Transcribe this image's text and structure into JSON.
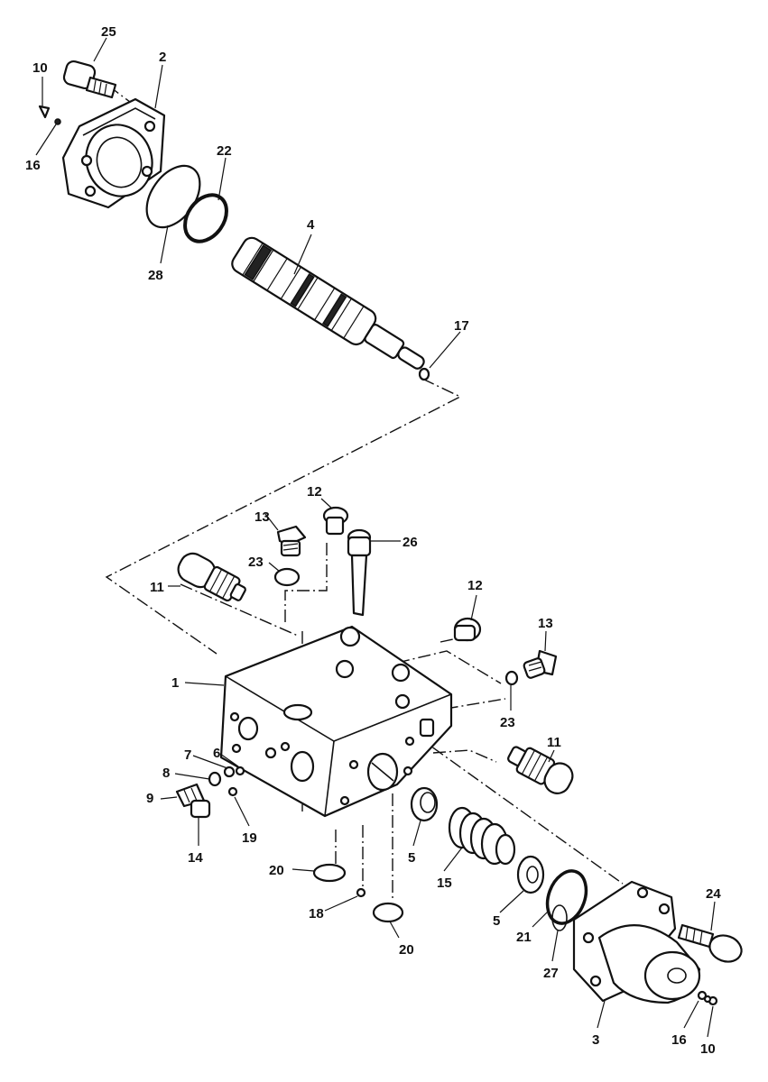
{
  "diagram": {
    "callouts": [
      {
        "id": "c25",
        "text": "25"
      },
      {
        "id": "c2",
        "text": "2"
      },
      {
        "id": "c10a",
        "text": "10"
      },
      {
        "id": "c16a",
        "text": "16"
      },
      {
        "id": "c22",
        "text": "22"
      },
      {
        "id": "c28",
        "text": "28"
      },
      {
        "id": "c4",
        "text": "4"
      },
      {
        "id": "c17",
        "text": "17"
      },
      {
        "id": "c12a",
        "text": "12"
      },
      {
        "id": "c13a",
        "text": "13"
      },
      {
        "id": "c26",
        "text": "26"
      },
      {
        "id": "c23a",
        "text": "23"
      },
      {
        "id": "c11a",
        "text": "11"
      },
      {
        "id": "c12b",
        "text": "12"
      },
      {
        "id": "c13b",
        "text": "13"
      },
      {
        "id": "c1",
        "text": "1"
      },
      {
        "id": "c23b",
        "text": "23"
      },
      {
        "id": "c7",
        "text": "7"
      },
      {
        "id": "c6",
        "text": "6"
      },
      {
        "id": "c8",
        "text": "8"
      },
      {
        "id": "c11b",
        "text": "11"
      },
      {
        "id": "c9",
        "text": "9"
      },
      {
        "id": "c19",
        "text": "19"
      },
      {
        "id": "c14",
        "text": "14"
      },
      {
        "id": "c5a",
        "text": "5"
      },
      {
        "id": "c15",
        "text": "15"
      },
      {
        "id": "c20a",
        "text": "20"
      },
      {
        "id": "c24",
        "text": "24"
      },
      {
        "id": "c18",
        "text": "18"
      },
      {
        "id": "c5b",
        "text": "5"
      },
      {
        "id": "c21",
        "text": "21"
      },
      {
        "id": "c27",
        "text": "27"
      },
      {
        "id": "c20b",
        "text": "20"
      },
      {
        "id": "c3",
        "text": "3"
      },
      {
        "id": "c16b",
        "text": "16"
      },
      {
        "id": "c10b",
        "text": "10"
      }
    ]
  }
}
